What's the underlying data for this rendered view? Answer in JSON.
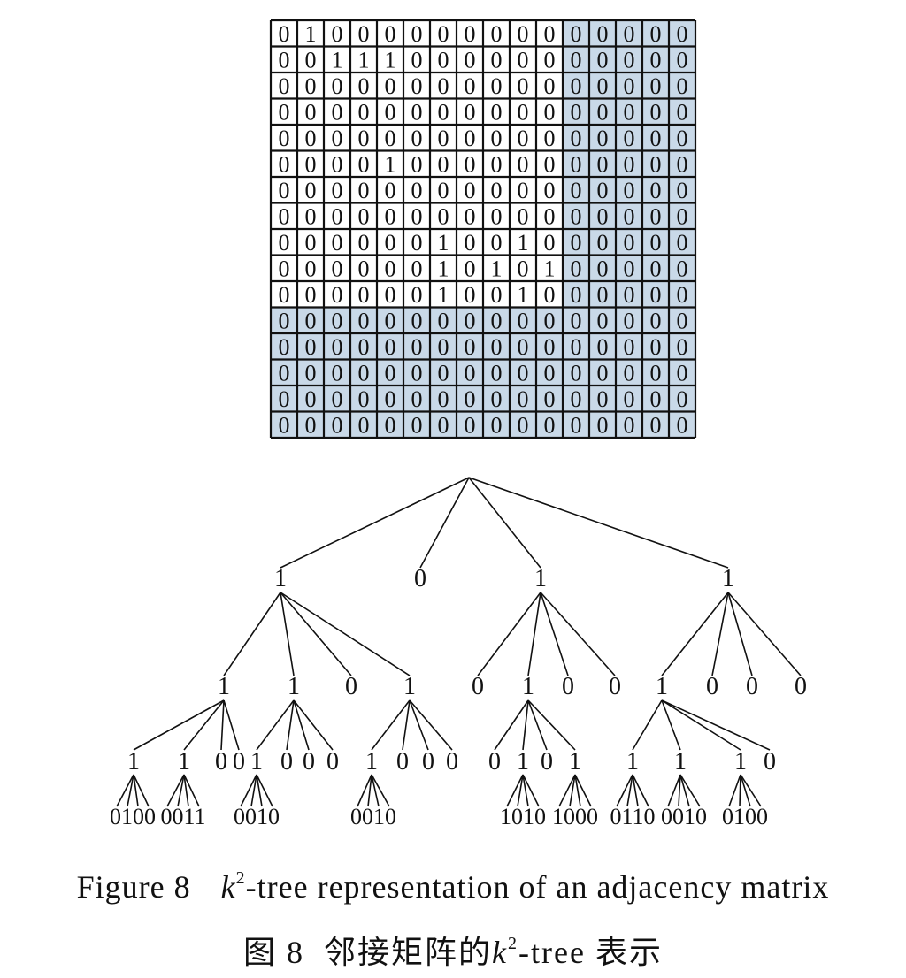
{
  "matrix": {
    "rows": [
      "0100000000000000",
      "0011100000000000",
      "0000000000000000",
      "0000000000000000",
      "0000000000000000",
      "0000100000000000",
      "0000000000000000",
      "0000000000000000",
      "0000001001000000",
      "0000001010100000",
      "0000001001000000",
      "0000000000000000",
      "0000000000000000",
      "0000000000000000",
      "0000000000000000",
      "0000000000000000"
    ],
    "shaded_color": "#c9d9e8",
    "line_color": "#111111"
  },
  "tree": {
    "level1": [
      "1",
      "0",
      "1",
      "1"
    ],
    "level2": [
      "1",
      "1",
      "0",
      "1",
      "0",
      "1",
      "0",
      "0",
      "1",
      "0",
      "0",
      "0"
    ],
    "level3": [
      "1",
      "1",
      "0",
      "0",
      "1",
      "0",
      "0",
      "0",
      "1",
      "0",
      "0",
      "0",
      "0",
      "1",
      "0",
      "1",
      "1",
      "1",
      "1",
      "0"
    ],
    "level4": [
      "0100",
      "0011",
      "0010",
      "0010",
      "1010",
      "1000",
      "0110",
      "0010",
      "0100"
    ]
  },
  "caption": {
    "en_prefix": "Figure 8",
    "en_k": "k",
    "en_sup": "2",
    "en_suffix": "-tree representation of an adjacency matrix",
    "zh_prefix": "图 8",
    "zh_main": "邻接矩阵的",
    "zh_k": "k",
    "zh_sup": "2",
    "zh_suffix": "-tree 表示"
  }
}
